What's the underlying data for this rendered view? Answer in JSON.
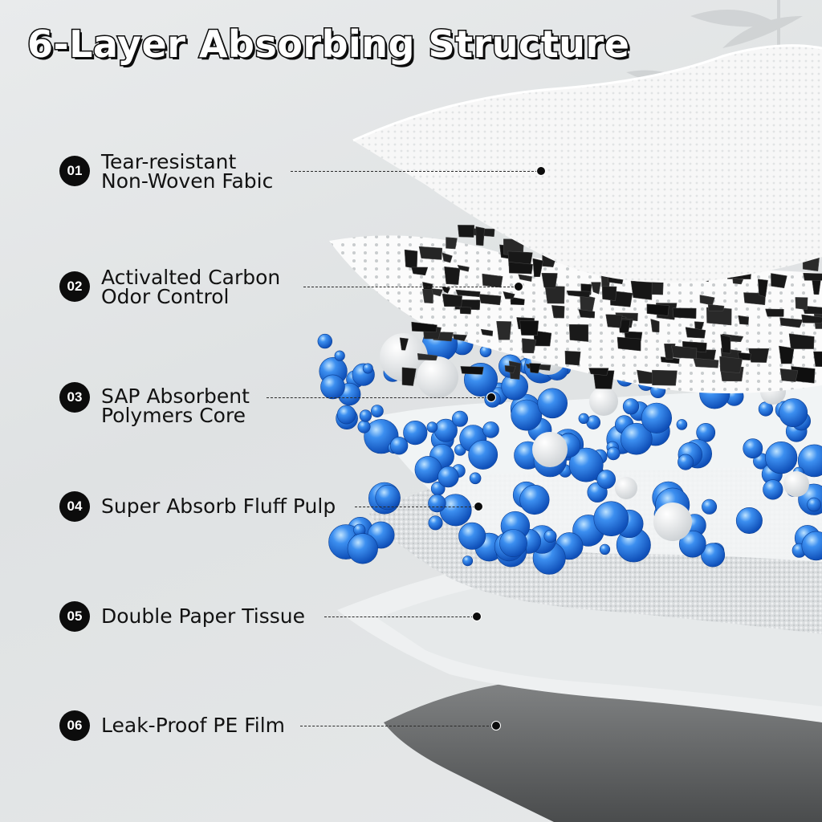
{
  "title": "6-Layer Absorbing Structure",
  "layers": [
    {
      "number": "01",
      "line1": "Tear-resistant",
      "line2": "Non-Woven Fabic"
    },
    {
      "number": "02",
      "line1": "Activalted Carbon",
      "line2": "Odor Control"
    },
    {
      "number": "03",
      "line1": "SAP Absorbent",
      "line2": "Polymers Core"
    },
    {
      "number": "04",
      "line1": "Super Absorb Fluff Pulp",
      "line2": ""
    },
    {
      "number": "05",
      "line1": "Double Paper Tissue",
      "line2": ""
    },
    {
      "number": "06",
      "line1": "Leak-Proof PE Film",
      "line2": ""
    }
  ],
  "colors": {
    "badge": "#0c0c0c",
    "sap_blue": "#1e6fd9",
    "carbon": "#1b1b1b",
    "film": "#5a5c5d"
  },
  "icons": [
    "bamboo-leaf-icon"
  ]
}
